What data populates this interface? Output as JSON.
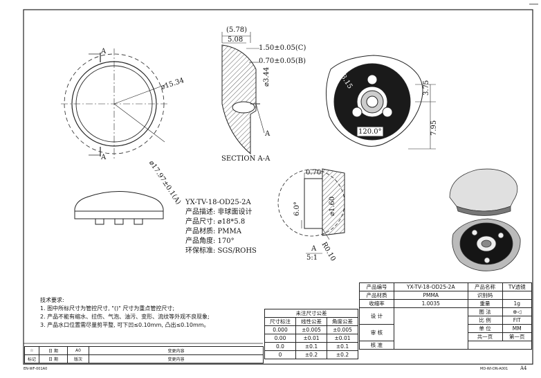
{
  "top_view": {
    "section_marker_top": "A",
    "section_marker_bottom": "A",
    "dia_outer": "⌀15.34",
    "dia_overall": "⌀17.97±0.1(A)"
  },
  "section": {
    "dim_578": "(5.78)",
    "dim_508": "5.08",
    "dim_150": "1.50±0.05(C)",
    "dim_070": "0.70±0.05(B)",
    "dim_344": "⌀3.44",
    "marker": "A",
    "title": "SECTION A-A"
  },
  "bottom_view": {
    "dia": "⌀3.15",
    "angle": "120.0°",
    "dim_375": "3.75",
    "dim_795": "7.95"
  },
  "detail": {
    "dim_070": "0.70",
    "angle": "6.0°",
    "dia": "⌀1.60",
    "radius": "R0.10",
    "label": "A",
    "scale": "5:1"
  },
  "spec": {
    "model": "YX-TV-18-OD25-2A",
    "desc": "产品描述: 非球面设计",
    "size": "产品尺寸: ⌀18*5.8",
    "material": "产品材质: PMMA",
    "angle": "产品角度: 170°",
    "env": "环保标准: SGS/ROHS"
  },
  "notes": {
    "title": "技术要求:",
    "n1": "1. 图中所标尺寸为管控尺寸, \"()\" 尺寸为重点管控尺寸;",
    "n2": "2. 产品不能有缩水、拉伤、气泡、油污、变形、流纹等外观不良现象;",
    "n3": "3. 产品水口位置需尽量剪平整, 可下凹≤0.10mm, 凸出≤0.10mm。"
  },
  "title_block": {
    "l_code": "产品编号",
    "v_code": "YX-TV-18-OD25-2A",
    "l_name": "产品名称",
    "v_name": "TV透镜",
    "l_mat": "产品材质",
    "v_mat": "PMMA",
    "l_id": "识别码",
    "v_id": "",
    "l_shrink": "收缩率",
    "v_shrink": "1.0035",
    "l_weight": "重量",
    "v_weight": "1g",
    "l_design": "设 计",
    "l_method": "图 法",
    "v_method": "⊕◁",
    "l_review": "审 核",
    "l_ratio": "比 例",
    "v_ratio": "FIT",
    "l_unit": "单 位",
    "v_unit": "MM",
    "l_approve": "核 准",
    "v_pages": "共一页",
    "v_page": "第一页"
  },
  "tolerance": {
    "title": "未注尺寸公差",
    "h1": "尺寸标注",
    "h2": "线性公差",
    "h3": "角度公差",
    "rows": [
      [
        "0.000",
        "±0.005",
        "±0.005"
      ],
      [
        "0.00",
        "±0.01",
        "±0.01"
      ],
      [
        "0.0",
        "±0.1",
        "±0.1"
      ],
      [
        "0",
        "±0.2",
        "±0.2"
      ]
    ]
  },
  "revision": {
    "r1": [
      "☆",
      "日 期",
      "A0",
      "变更内容"
    ],
    "r2": [
      "标记",
      "日 期",
      "版次",
      "变更内容"
    ]
  },
  "footer": {
    "left": "EN-WF-001A0",
    "right": "MD-WI-DN-A001",
    "size": "A4"
  }
}
